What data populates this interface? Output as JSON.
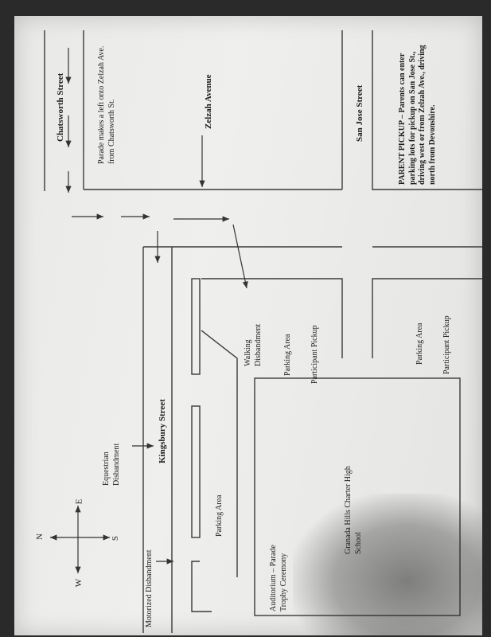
{
  "streets": {
    "chatsworth": "Chatsworth Street",
    "zelzah": "Zelzah Avenue",
    "san_jose": "San Jose Street",
    "kingsbury": "Kingsbury Street"
  },
  "notes": {
    "parade_turn": "Parade makes a left onto Zelzah Ave. from Chatsworth St.",
    "parent_pickup": "PARENT PICKUP – Parents can enter parking lots for pickup on San Jose St., driving west or from Zelzah Ave., driving north from Devonshire."
  },
  "areas": {
    "walking_disbandment": "Walking Disbandment",
    "parking_area": "Parking Area",
    "participant_pickup": "Participant Pickup",
    "equestrian_disbandment": "Equestrian Disbandment",
    "motorized_disbandment": "Motorized Disbandment",
    "school": "Granada Hills Charter High School",
    "auditorium": "Auditorium – Parade Trophy Ceremony"
  },
  "compass": {
    "n": "N",
    "s": "S",
    "e": "E",
    "w": "W"
  }
}
